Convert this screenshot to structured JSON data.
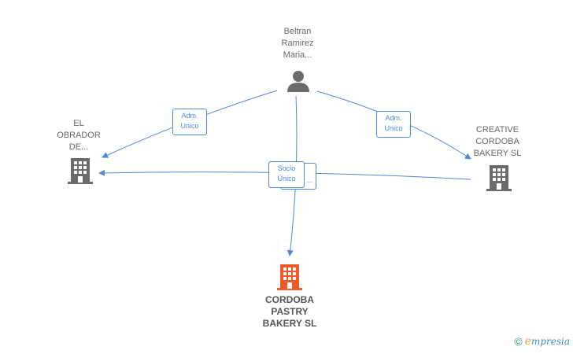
{
  "nodes": {
    "person": {
      "label": "Beltran\nRamirez\nMaria...",
      "icon": "person-icon"
    },
    "left_company": {
      "label": "EL\nOBRADOR\nDE...",
      "icon": "building-icon"
    },
    "right_company": {
      "label": "CREATIVE\nCORDOBA\nBAKERY  SL",
      "icon": "building-icon"
    },
    "main_company": {
      "label": "CORDOBA\nPASTRY\nBAKERY  SL",
      "icon": "building-icon"
    }
  },
  "edges": {
    "adm_left": {
      "line1": "Adm.",
      "line2": "Unico"
    },
    "adm_right": {
      "line1": "Adm.",
      "line2": "Unico"
    },
    "socio": {
      "line1": "Socio",
      "line2": "Único"
    },
    "socio_back": {
      "line1": "",
      "line2": "..."
    }
  },
  "brand": {
    "copyright": "©",
    "initial": "e",
    "name": "mpresia"
  },
  "colors": {
    "edge": "#4a89dc",
    "node_gray": "#6b6b6b",
    "main_node": "#f05a28"
  }
}
